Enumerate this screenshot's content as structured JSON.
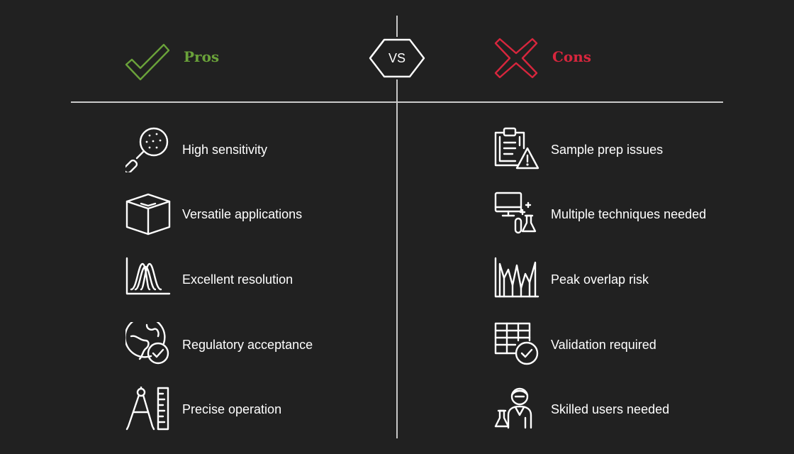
{
  "header": {
    "pros_label": "Pros",
    "cons_label": "Cons",
    "vs_label": "VS"
  },
  "pros": [
    {
      "label": "High sensitivity",
      "icon": "magnifier-icon"
    },
    {
      "label": "Versatile applications",
      "icon": "cube-icon"
    },
    {
      "label": "Excellent resolution",
      "icon": "peaks-chart-icon"
    },
    {
      "label": "Regulatory acceptance",
      "icon": "globe-check-icon"
    },
    {
      "label": "Precise operation",
      "icon": "compass-ruler-icon"
    }
  ],
  "cons": [
    {
      "label": "Sample prep issues",
      "icon": "clipboard-warning-icon"
    },
    {
      "label": "Multiple techniques needed",
      "icon": "monitor-flask-icon"
    },
    {
      "label": "Peak overlap risk",
      "icon": "overlap-chart-icon"
    },
    {
      "label": "Validation required",
      "icon": "table-check-icon"
    },
    {
      "label": "Skilled users needed",
      "icon": "scientist-icon"
    }
  ],
  "colors": {
    "background": "#212121",
    "pros_accent": "#6aa23a",
    "cons_accent": "#d7263d",
    "divider": "#c9c9c9",
    "text": "#ffffff"
  }
}
